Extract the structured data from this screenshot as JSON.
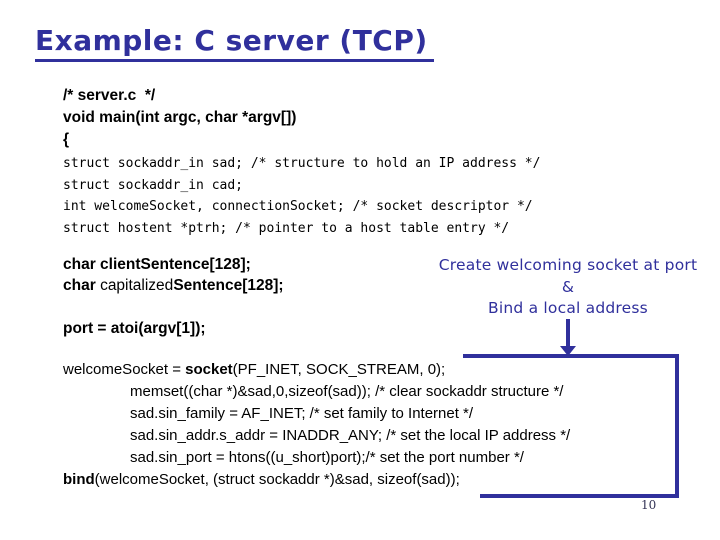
{
  "slide": {
    "title": "Example: C server (TCP)",
    "page_number": "10"
  },
  "colors": {
    "accent_navy": "#30309C",
    "code_black": "#000000",
    "bg_white": "#FFFFFF",
    "pagenum_color": "#333355"
  },
  "code_block_top": {
    "lines": [
      "/* server.c  */",
      "void main(int argc, char *argv[])",
      "{"
    ]
  },
  "code_block_structs": {
    "lines": [
      "struct sockaddr_in sad; /* structure to hold an IP address */",
      "struct sockaddr_in cad;",
      "int welcomeSocket, connectionSocket; /* socket descriptor */",
      "struct hostent *ptrh; /* pointer to a host table entry */"
    ]
  },
  "declarations": {
    "line1": "char clientSentence[128];",
    "line2_pre": "char ",
    "line2_mid": "capitalized",
    "line2_post": "Sentence[128];"
  },
  "port_line": "port = atoi(argv[1]);",
  "annotation": {
    "line1": "Create welcoming socket at port",
    "line2": "&",
    "line3": "Bind a local address"
  },
  "socket_block": {
    "line1_pre": "welcomeSocket = ",
    "line1_kw": "socket",
    "line1_post": "(PF_INET, SOCK_STREAM, 0);",
    "line2": "memset((char *)&sad,0,sizeof(sad)); /* clear sockaddr structure */",
    "line3": "sad.sin_family = AF_INET; /* set family to Internet */",
    "line4": "sad.sin_addr.s_addr = INADDR_ANY; /* set the local IP address */",
    "line5": "sad.sin_port = htons((u_short)port);/* set the port number */",
    "line6_kw": "bind",
    "line6_post": "(welcomeSocket, (struct sockaddr *)&sad, sizeof(sad));"
  }
}
